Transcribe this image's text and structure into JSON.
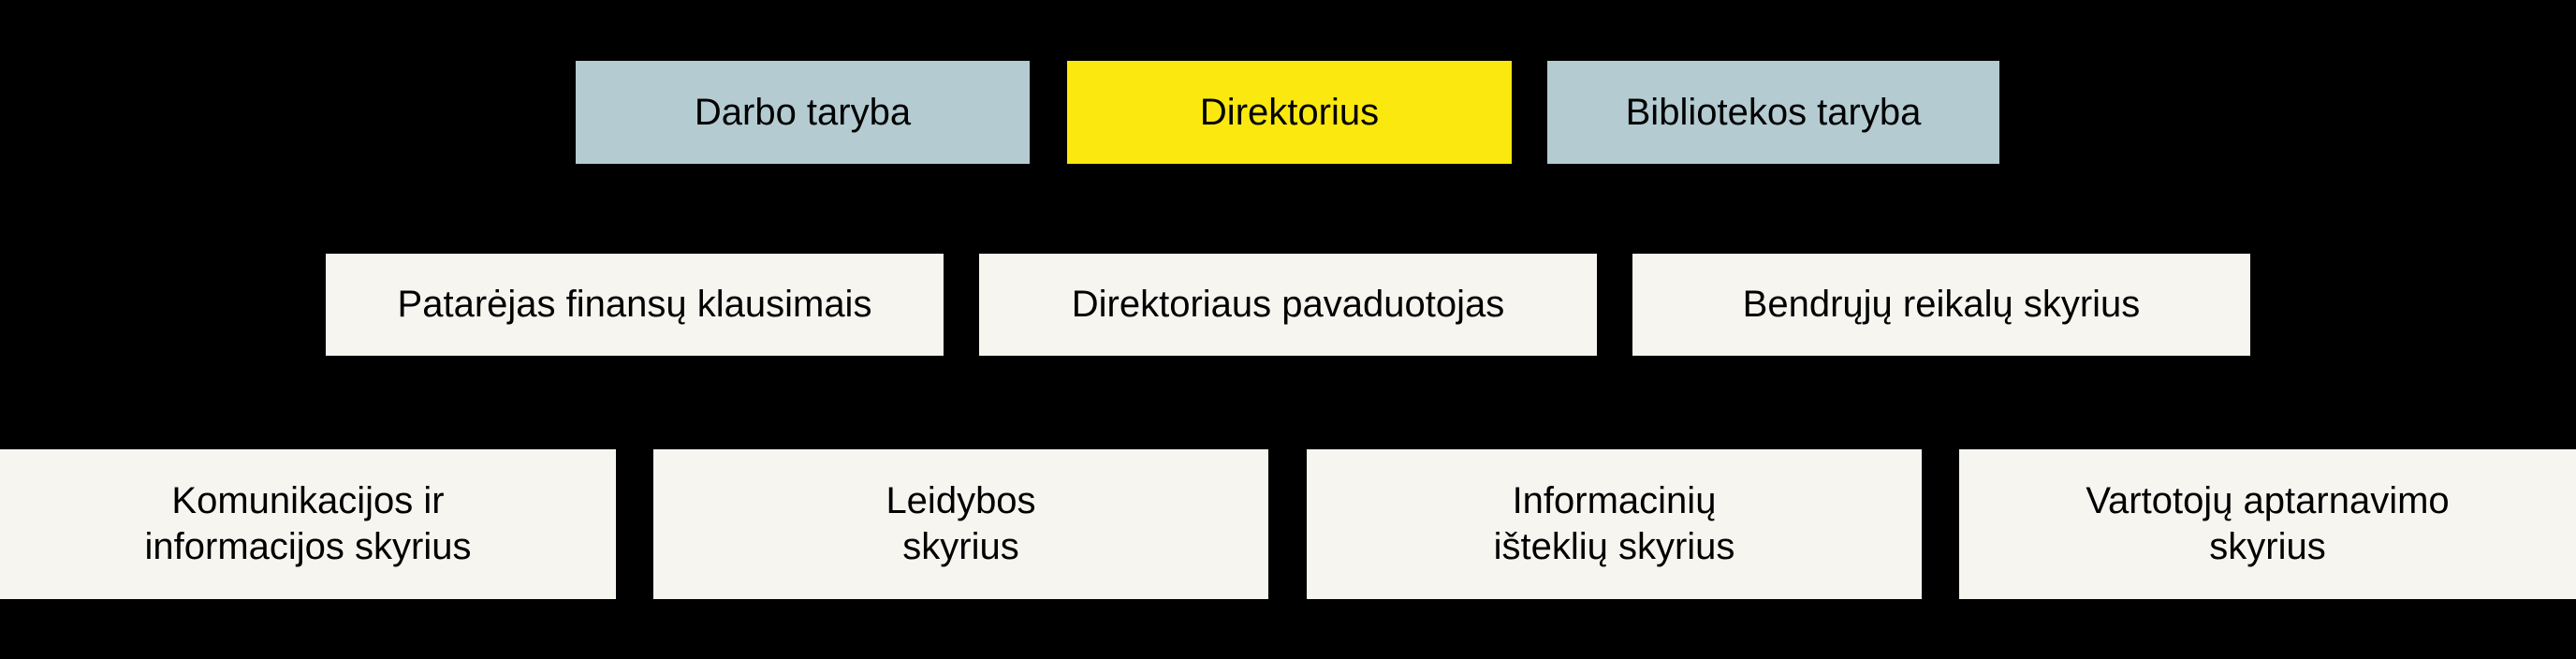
{
  "chart": {
    "type": "org-chart",
    "background_color": "#000000",
    "text_color": "#000000",
    "levels": [
      {
        "level": 1,
        "name": "governance",
        "nodes": [
          {
            "id": "darbo-taryba",
            "label": "Darbo taryba",
            "fill": "#b4cbd1",
            "lines": 1
          },
          {
            "id": "direktorius",
            "label": "Direktorius",
            "fill": "#fbe80f",
            "lines": 1
          },
          {
            "id": "bibliotekos-taryba",
            "label": "Bibliotekos taryba",
            "fill": "#b4cbd1",
            "lines": 1
          }
        ]
      },
      {
        "level": 2,
        "name": "advisory-and-deputy",
        "nodes": [
          {
            "id": "patarejas",
            "label": "Patarėjas finansų klausimais",
            "fill": "#f7f5f0",
            "lines": 1
          },
          {
            "id": "pavaduotojas",
            "label": "Direktoriaus pavaduotojas",
            "fill": "#f7f5f0",
            "lines": 1
          },
          {
            "id": "bendruju",
            "label": "Bendrųjų reikalų skyrius",
            "fill": "#f7f5f0",
            "lines": 1
          }
        ]
      },
      {
        "level": 3,
        "name": "departments",
        "nodes": [
          {
            "id": "komunikacijos",
            "label": "Komunikacijos ir\ninformacijos skyrius",
            "fill": "#f7f5f0",
            "lines": 2
          },
          {
            "id": "leidybos",
            "label": "Leidybos\nskyrius",
            "fill": "#f7f5f0",
            "lines": 2
          },
          {
            "id": "informaciniu",
            "label": "Informacinių\ništeklių skyrius",
            "fill": "#f7f5f0",
            "lines": 2
          },
          {
            "id": "vartotoju",
            "label": "Vartotojų aptarnavimo\nskyrius",
            "fill": "#f7f5f0",
            "lines": 2
          }
        ]
      }
    ]
  }
}
